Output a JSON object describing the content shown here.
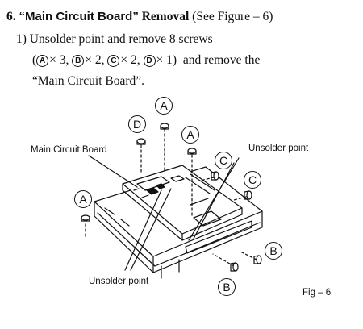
{
  "section": {
    "number": "6.",
    "title": "“Main Circuit Board”",
    "subtitle": "Removal",
    "figure_ref": "(See Figure – 6)"
  },
  "step": {
    "number": "1)",
    "text_a": "Unsolder point and remove 8 screws",
    "screws": [
      {
        "letter": "A",
        "count": "× 3,"
      },
      {
        "letter": "B",
        "count": "× 2,"
      },
      {
        "letter": "C",
        "count": "× 2,"
      },
      {
        "letter": "D",
        "count": "× 1)"
      }
    ],
    "open_paren": "(",
    "text_b": "and remove the",
    "text_c": "“Main Circuit Board”."
  },
  "figure": {
    "label_main_board": "Main Circuit Board",
    "label_unsolder_right": "Unsolder point",
    "label_unsolder_bottom": "Unsolder point",
    "caption": "Fig – 6",
    "callouts": {
      "a_top": "A",
      "d_top": "D",
      "a_mid": "A",
      "c_upper": "C",
      "c_lower": "C",
      "a_left": "A",
      "b_right": "B",
      "b_bottom": "B"
    }
  }
}
